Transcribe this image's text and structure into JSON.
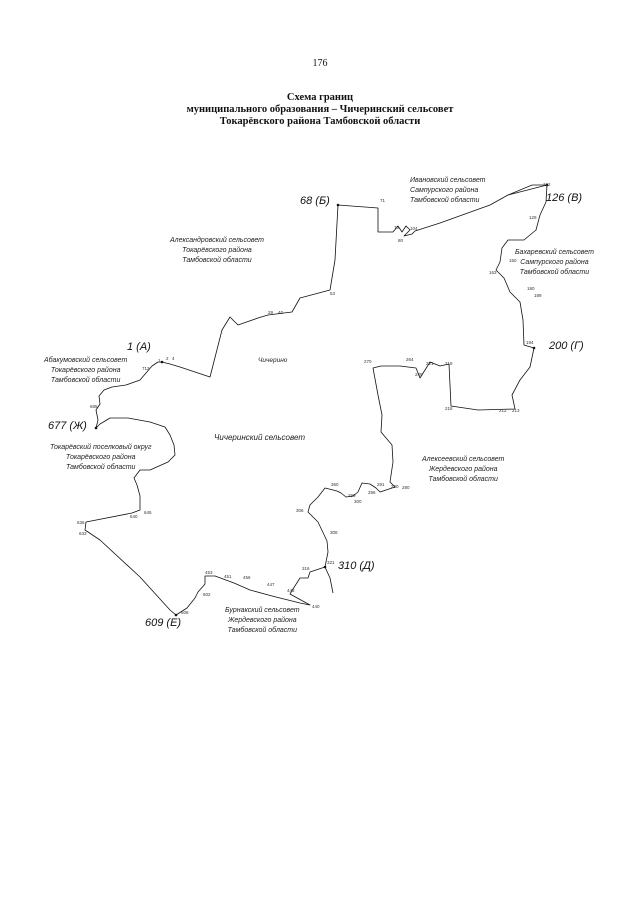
{
  "page_number": "176",
  "title": {
    "line1": "Схема границ",
    "line2": "муниципального образования – Чичеринский сельсовет",
    "line3": "Токарёвского района Тамбовской области"
  },
  "center_region": "Чичеринский сельсовет",
  "village": "Чичерино",
  "neighbors": {
    "ivanovsky": [
      "Ивановский сельсовет",
      "Сампурского района",
      "Тамбовской области"
    ],
    "aleksandrovsky": [
      "Александровский сельсовет",
      "Токарёвского района",
      "Тамбовской области"
    ],
    "bakharevsky": [
      "Бахаревский сельсовет",
      "Сампурского района",
      "Тамбовской области"
    ],
    "abakumovsky": [
      "Абакумовский сельсовет",
      "Токарёвского района",
      "Тамбовской области"
    ],
    "tokarevsky": [
      "Токарёвский поселковый округ",
      "Токарёвского района",
      "Тамбовской области"
    ],
    "alekseevsky": [
      "Алексеевский сельсовет",
      "Жердевского района",
      "Тамбовской области"
    ],
    "burnaksky": [
      "Бурнакский сельсовет",
      "Жердевского района",
      "Тамбовской области"
    ]
  },
  "corner_labels": {
    "a": "1 (А)",
    "b": "68 (Б)",
    "v": "126 (В)",
    "g": "200 (Г)",
    "d": "310 (Д)",
    "e": "609 (Е)",
    "zh": "677 (Ж)"
  },
  "point_labels": {
    "p2": "2",
    "p4": "4",
    "p712": "712",
    "p29": "29",
    "p40": "40",
    "p53": "53",
    "p71": "71",
    "p76": "76",
    "p80": "80",
    "p104": "104",
    "p122": "122",
    "p129": "129",
    "p150": "150",
    "p163": "163",
    "p180": "180",
    "p189": "189",
    "p194": "194",
    "p212": "212",
    "p213": "213",
    "p218": "218",
    "p219": "219",
    "p221": "221",
    "p245": "245",
    "p264": "264",
    "p270": "270",
    "p280": "280",
    "p290": "290",
    "p291": "291",
    "p296": "296",
    "p299": "299",
    "p300": "300",
    "p360": "360",
    "p306": "306",
    "p308": "308",
    "p316": "316",
    "p321": "321",
    "p440": "440",
    "p443": "443",
    "p447": "447",
    "p456": "456",
    "p451": "451",
    "p453": "453",
    "p502": "502",
    "p608": "608",
    "p633": "633",
    "p636": "636",
    "p640": "640",
    "p645": "645",
    "p685": "685",
    "p1": "1"
  }
}
